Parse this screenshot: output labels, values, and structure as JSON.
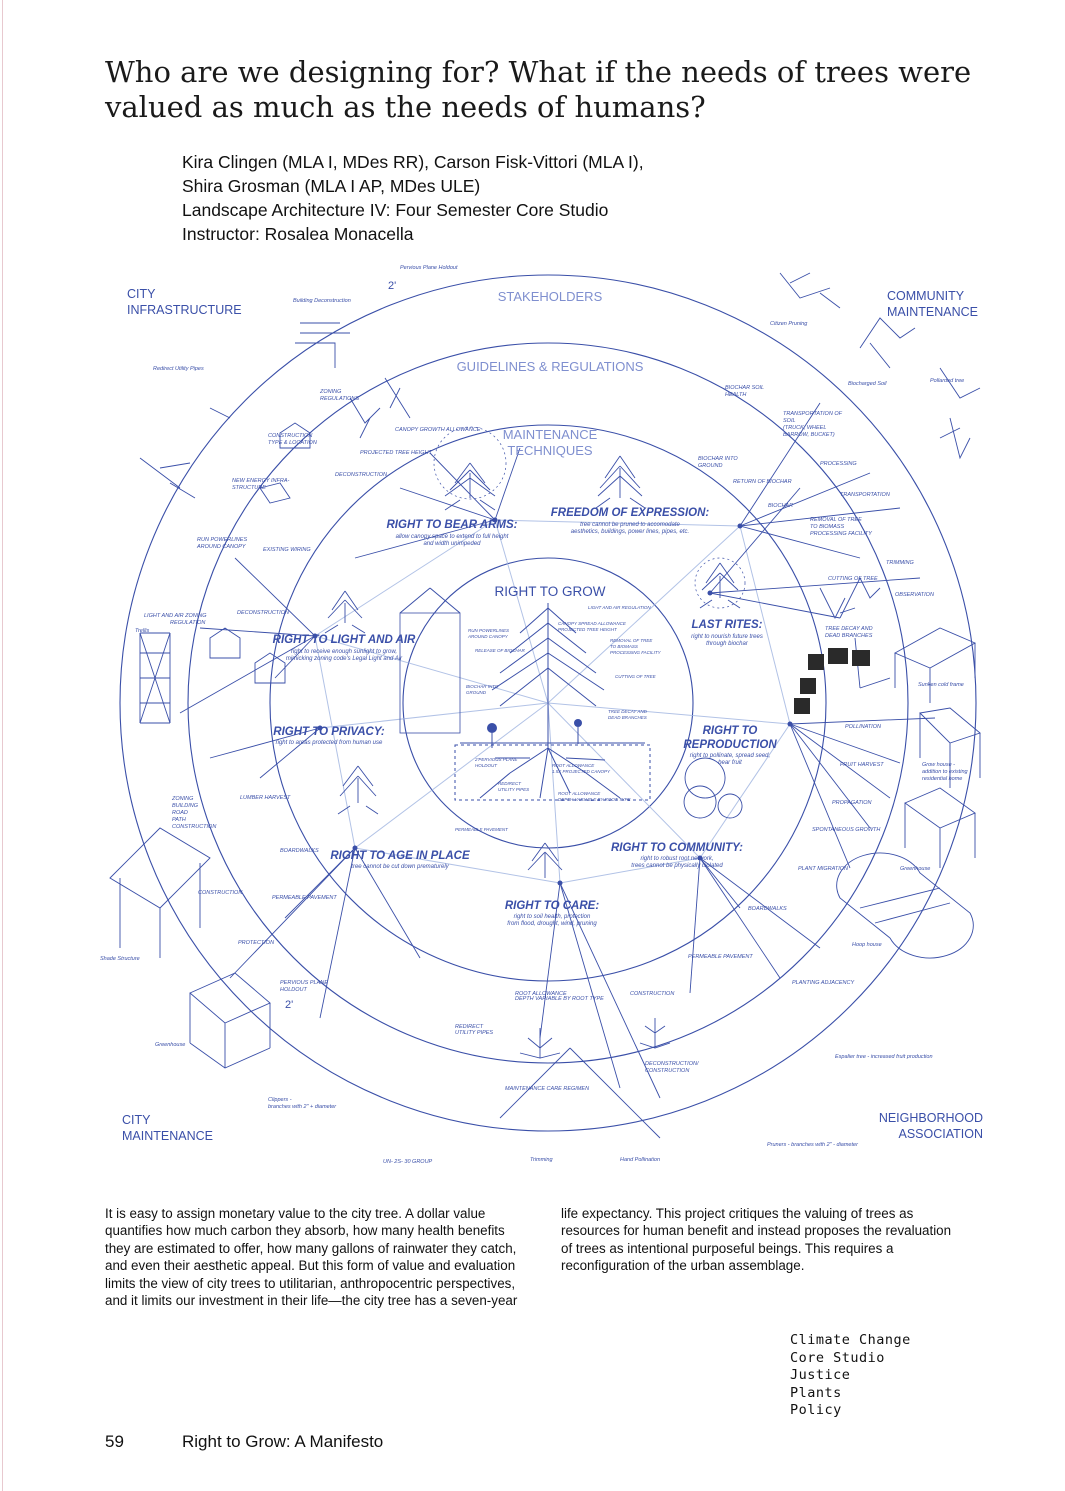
{
  "title": "Who are we designing for? What if the needs of trees were valued as much as the needs of humans?",
  "credits": [
    "Kira Clingen (MLA I, MDes RR), Carson Fisk-Vittori (MLA I),",
    "Shira Grosman (MLA I AP, MDes ULE)",
    "Landscape Architecture IV: Four Semester Core Studio",
    "Instructor: Rosalea Monacella"
  ],
  "diagram": {
    "corner_labels": {
      "top_left": [
        "CITY",
        "INFRASTRUCTURE"
      ],
      "top_right": [
        "COMMUNITY",
        "MAINTENANCE"
      ],
      "bottom_left": [
        "CITY",
        "MAINTENANCE"
      ],
      "bottom_right": [
        "NEIGHBORHOOD",
        "ASSOCIATION"
      ]
    },
    "ring_labels": {
      "stakeholders": "STAKEHOLDERS",
      "guidelines": "GUIDELINES & REGULATIONS",
      "maintenance": [
        "MAINTENANCE",
        "TECHNIQUES"
      ],
      "center": "RIGHT TO GROW"
    },
    "rights": [
      {
        "title": "RIGHT TO BEAR ARMS:",
        "desc": [
          "allow canopy space to extend to full height",
          "and width unimpeded"
        ]
      },
      {
        "title": "FREEDOM OF EXPRESSION:",
        "desc": [
          "tree cannot be pruned to accomodate",
          "aesthetics, buildings, power lines, pipes, etc."
        ]
      },
      {
        "title": "RIGHT TO LIGHT AND AIR",
        "desc": [
          "right to receive enough sunlight to grow,",
          "mimicking zoning code's Legal Light and Air"
        ]
      },
      {
        "title": "LAST RITES:",
        "desc": [
          "right to nourish future trees",
          "through biochar"
        ]
      },
      {
        "title": "RIGHT TO PRIVACY:",
        "desc": [
          "right to areas protected from human use"
        ]
      },
      {
        "title": "RIGHT TO",
        "title2": "REPRODUCTION",
        "desc": [
          "right to pollinate, spread seed,",
          "bear fruit"
        ]
      },
      {
        "title": "RIGHT TO AGE IN PLACE",
        "desc": [
          "tree cannot be cut down prematurely"
        ]
      },
      {
        "title": "RIGHT TO COMMUNITY:",
        "desc": [
          "right to robust root network,",
          "trees cannot be physically isolated"
        ]
      },
      {
        "title": "RIGHT TO CARE:",
        "desc": [
          "right to soil health, protection",
          "from flood, drought, wind, pruning"
        ]
      }
    ],
    "small_labels": {
      "pervious_top": "Pervious Plane Holdout",
      "two_ft_top": "2'",
      "building_deconstruction": "Building Deconstruction",
      "citizen_pruning": "Citizen Pruning",
      "redirect_utility": "Redirect Utility Pipes",
      "biocharged_soil": "Biocharged Soil",
      "pollarded_tree": "Pollarded tree",
      "zoning_regulations": [
        "ZONING",
        "REGULATIONS"
      ],
      "biochar_soil_health": [
        "BIOCHAR SOIL",
        "HEALTH"
      ],
      "construction_type": [
        "CONSTRUCTION",
        "TYPE & LOCATION"
      ],
      "transportation_of_soil": [
        "TRANSPORTATION OF",
        "SOIL",
        "(TRUCK, WHEEL",
        "BARROW, BUCKET)"
      ],
      "canopy_growth": "CANOPY GROWTH ALLOWANCE",
      "projected_tree_height": "PROJECTED TREE HEIGHT",
      "deconstruction": "DECONSTRUCTION",
      "processing": "PROCESSING",
      "new_energy": [
        "NEW ENERGY INFRA-",
        "STRUCTURE"
      ],
      "biochar_into_ground": [
        "BIOCHAR INTO",
        "GROUND"
      ],
      "return_of_biochar": "RETURN OF BIOCHAR",
      "transportation": "TRANSPORTATION",
      "run_powerlines": [
        "RUN POWERLINES",
        "AROUND CANOPY"
      ],
      "existing_wiring": "EXISTING WIRING",
      "biochar": "BIOCHAR",
      "removal_of_trees": [
        "REMOVAL OF TREE",
        "TO BIOMASS",
        "PROCESSING FACILITY"
      ],
      "trimming": "TRIMMING",
      "cutting_of_tree": "CUTTING OF TREE",
      "observation": "OBSERVATION",
      "light_air_zoning": [
        "LIGHT AND AIR ZONING",
        "REGULATION"
      ],
      "deconstruction_2": "DECONSTRUCTION",
      "tree_decay": [
        "TREE DECAY AND",
        "DEAD BRANCHES"
      ],
      "trellis": "Trellis",
      "sunken_cold_frame": "Sunken cold frame",
      "pollination": "POLLINATION",
      "fruit_harvest": "FRUIT HARVEST",
      "grow_house": [
        "Grow house -",
        "addition to existing",
        "residential home"
      ],
      "propagation": "PROPAGATION",
      "spontaneous_growth": "SPONTANEOUS GROWTH",
      "zoning_building": [
        "ZONING",
        "BUILDING",
        "ROAD",
        "PATH",
        "CONSTRUCTION"
      ],
      "lumber_harvest": "LUMBER HARVEST",
      "boardwalks_left": "BOARDWALKS",
      "plant_migration": "PLANT MIGRATION",
      "greenhouse_right": "Greenhouse",
      "construction_left": "CONSTRUCTION",
      "permeable_pavement_left": "PERMEABLE PAVEMENT",
      "boardwalks_right": "BOARDWALKS",
      "hoop_house": "Hoop house",
      "protection": "PROTECTION",
      "shade_structure": "Shade Structure",
      "permeable_pavement_right": "PERMEABLE PAVEMENT",
      "planting_adjacency": "PLANTING ADJACENCY",
      "pervious_plane": [
        "PERVIOUS PLANE",
        "HOLDOUT"
      ],
      "two_ft_bottom": "2'",
      "root_allowance": [
        "ROOT ALLOWANCE",
        "DEPTH VARIABLE BY ROOT TYPE"
      ],
      "construction_bottom": "CONSTRUCTION",
      "redirect_utility_pipes": [
        "REDIRECT",
        "UTILITY PIPES"
      ],
      "greenhouse_left": "Greenhouse",
      "espalier": "Espalier tree - increased fruit production",
      "deconstruction_construction": [
        "DECONSTRUCTION/",
        "CONSTRUCTION"
      ],
      "maintenance_care": "MAINTENANCE CARE REGIMEN",
      "clippers": [
        "Clippers -",
        "branches with 2\" + diameter"
      ],
      "pruners": "Pruners - branches with 2\" - diameter",
      "trimming_bottom": "Trimming",
      "hand_pollination": "Hand Pollination",
      "bottom_cut": "UN- 2S- 30 GROUP",
      "center_notes": {
        "light_air": "LIGHT AND AIR REGULATION",
        "canopy_spread": [
          "CANOPY SPREAD ALLOWANCE",
          "PROJECTED TREE HEIGHT"
        ],
        "run_powerlines": [
          "RUN POWERLINES",
          "AROUND CANOPY"
        ],
        "removal": [
          "REMOVAL OF TREE",
          "TO BIOMASS",
          "PROCESSING FACILITY"
        ],
        "release_biochar": "RELEASE OF BIOCHAR",
        "cutting": "CUTTING OF TREE",
        "biochar_into": [
          "BIOCHAR INTO",
          "GROUND"
        ],
        "decay": [
          "TREE DECAY AND",
          "DEAD BRANCHES"
        ],
        "pervious": [
          "2'PERVIOUS PLANE",
          "HOLDOUT"
        ],
        "root_allowance": [
          "ROOT ALLOWANCE",
          "1.5X PROJECTED CANOPY"
        ],
        "redirect": [
          "REDIRECT",
          "UTILITY PIPES"
        ],
        "root_depth": [
          "ROOT ALLOWANCE",
          "DEPTH VARIABLE BY ROOT TYPE"
        ],
        "permeable": "PERMEABLE PAVEMENT"
      }
    }
  },
  "body": {
    "col1": "It is easy to assign monetary value to the city tree. A dollar value quantifies how much carbon they absorb, how many health benefits they are estimated to offer, how many gallons of rainwater they catch, and even their aesthetic appeal. But this form of value and evaluation limits the view of city trees to utilitarian, anthropocentric perspectives, and it limits our investment in their life—the city tree has a seven-year",
    "col2": "life expectancy. This project critiques the valuing of trees as resources for human benefit and instead proposes the revaluation of trees as intentional purposeful beings. This requires a reconfiguration of the urban assemblage."
  },
  "footer": {
    "page_number": "59",
    "page_title": "Right to Grow: A Manifesto",
    "tags": [
      "Climate Change",
      "Core Studio",
      "Justice",
      "Plants",
      "Policy"
    ]
  },
  "colors": {
    "diagram_blue": "#3a4fa8",
    "light_blue": "#9fb4e0",
    "text": "#111111"
  }
}
